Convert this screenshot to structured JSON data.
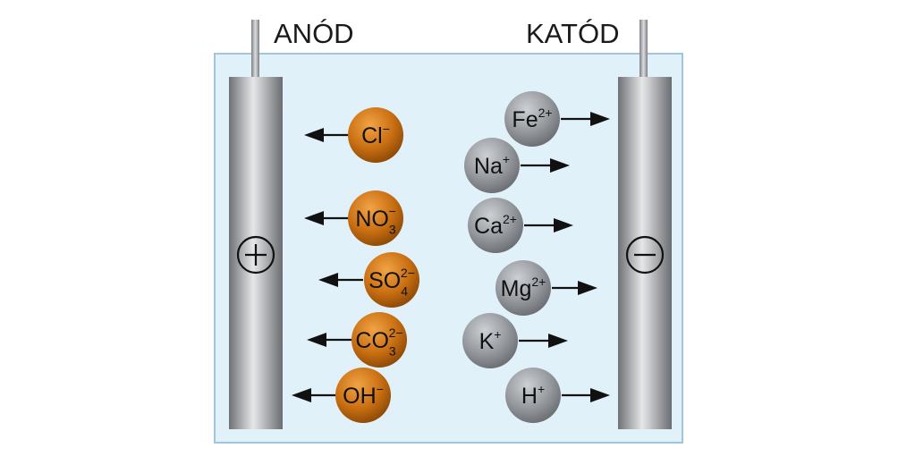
{
  "labels": {
    "anode": "ANÓD",
    "cathode": "KATÓD",
    "anode_sign": "+",
    "cathode_sign": "−"
  },
  "colors": {
    "electrolyte": "#e0f1fa",
    "container_border": "#9fc6dc",
    "anion": "#c26a10",
    "cation": "#8e9196",
    "electrode": "#8c8f93",
    "arrow": "#111111"
  },
  "anions": [
    {
      "base": "Cl",
      "sub": "",
      "sup": "−"
    },
    {
      "base": "NO",
      "sub": "3",
      "sup": "−"
    },
    {
      "base": "SO",
      "sub": "4",
      "sup": "2−"
    },
    {
      "base": "CO",
      "sub": "3",
      "sup": "2−"
    },
    {
      "base": "OH",
      "sub": "",
      "sup": "−"
    }
  ],
  "cations": [
    {
      "base": "Fe",
      "sub": "",
      "sup": "2+"
    },
    {
      "base": "Na",
      "sub": "",
      "sup": "+"
    },
    {
      "base": "Ca",
      "sub": "",
      "sup": "2+"
    },
    {
      "base": "Mg",
      "sub": "",
      "sup": "2+"
    },
    {
      "base": "K",
      "sub": "",
      "sup": "+"
    },
    {
      "base": "H",
      "sub": "",
      "sup": "+"
    }
  ]
}
